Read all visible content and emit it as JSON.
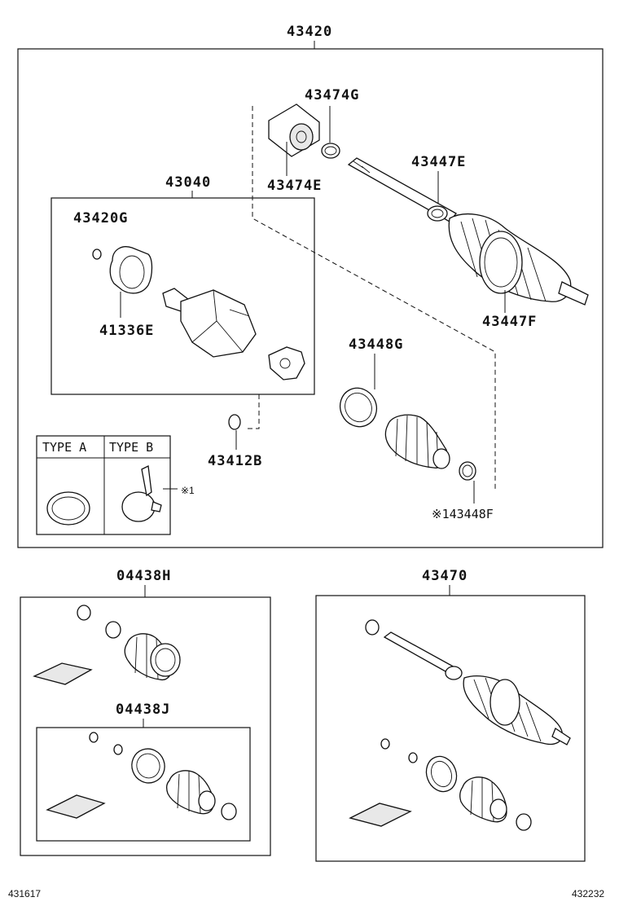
{
  "labels": {
    "main_assembly": "43420",
    "inner_joint_assembly": "43040",
    "part_43474G": "43474G",
    "part_43474E": "43474E",
    "part_43447E": "43447E",
    "part_43447F": "43447F",
    "part_43420G": "43420G",
    "part_41336E": "41336E",
    "part_43448G": "43448G",
    "part_43412B": "43412B",
    "part_43448F": "※143448F",
    "boot_kit_outer": "04438H",
    "boot_kit_inner": "04438J",
    "shaft_kit": "43470",
    "note_ref": "※1",
    "footer_left": "431617",
    "footer_right": "432232"
  },
  "type_table": {
    "type_a": "TYPE A",
    "type_b": "TYPE B"
  }
}
